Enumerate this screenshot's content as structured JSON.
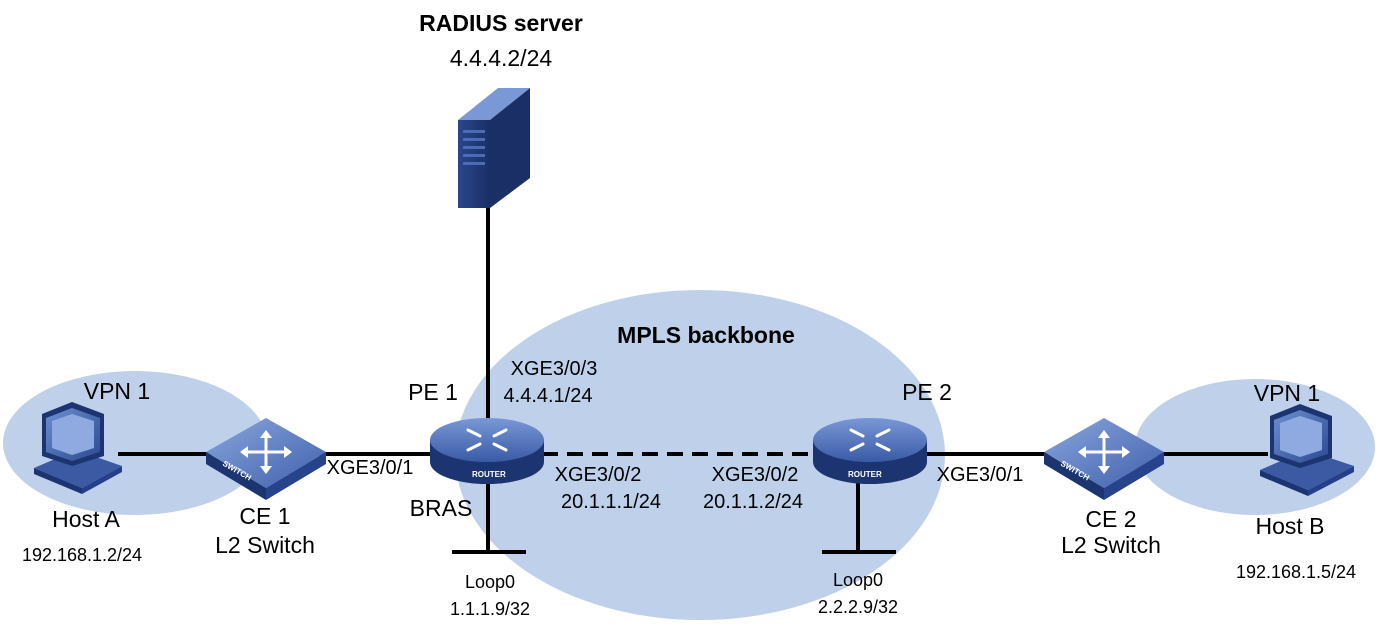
{
  "radius_server": {
    "title": "RADIUS server",
    "ip": "4.4.4.2/24"
  },
  "backbone": {
    "label": "MPLS backbone"
  },
  "vpn_left": {
    "label": "VPN 1"
  },
  "vpn_right": {
    "label": "VPN 1"
  },
  "host_a": {
    "name": "Host A",
    "ip": "192.168.1.2/24"
  },
  "host_b": {
    "name": "Host B",
    "ip": "192.168.1.5/24"
  },
  "ce1": {
    "name": "CE 1",
    "type": "L2 Switch",
    "badge": "SWITCH"
  },
  "ce2": {
    "name": "CE 2",
    "type": "L2 Switch",
    "badge": "SWITCH"
  },
  "pe1": {
    "name": "PE 1",
    "role": "BRAS",
    "badge": "ROUTER",
    "if_ce": "XGE3/0/1",
    "if_radius": "XGE3/0/3",
    "ip_radius": "4.4.4.1/24",
    "if_core": "XGE3/0/2",
    "ip_core": "20.1.1.1/24",
    "loop": "Loop0",
    "loop_ip": "1.1.1.9/32"
  },
  "pe2": {
    "name": "PE 2",
    "badge": "ROUTER",
    "if_ce": "XGE3/0/1",
    "if_core": "XGE3/0/2",
    "ip_core": "20.1.1.2/24",
    "loop": "Loop0",
    "loop_ip": "2.2.2.9/32"
  },
  "colors": {
    "cloud": "#bfd0ea",
    "device_dark": "#1e3a78",
    "device_mid": "#3c5ea8",
    "device_light": "#6e8fd0",
    "line": "#000000"
  }
}
